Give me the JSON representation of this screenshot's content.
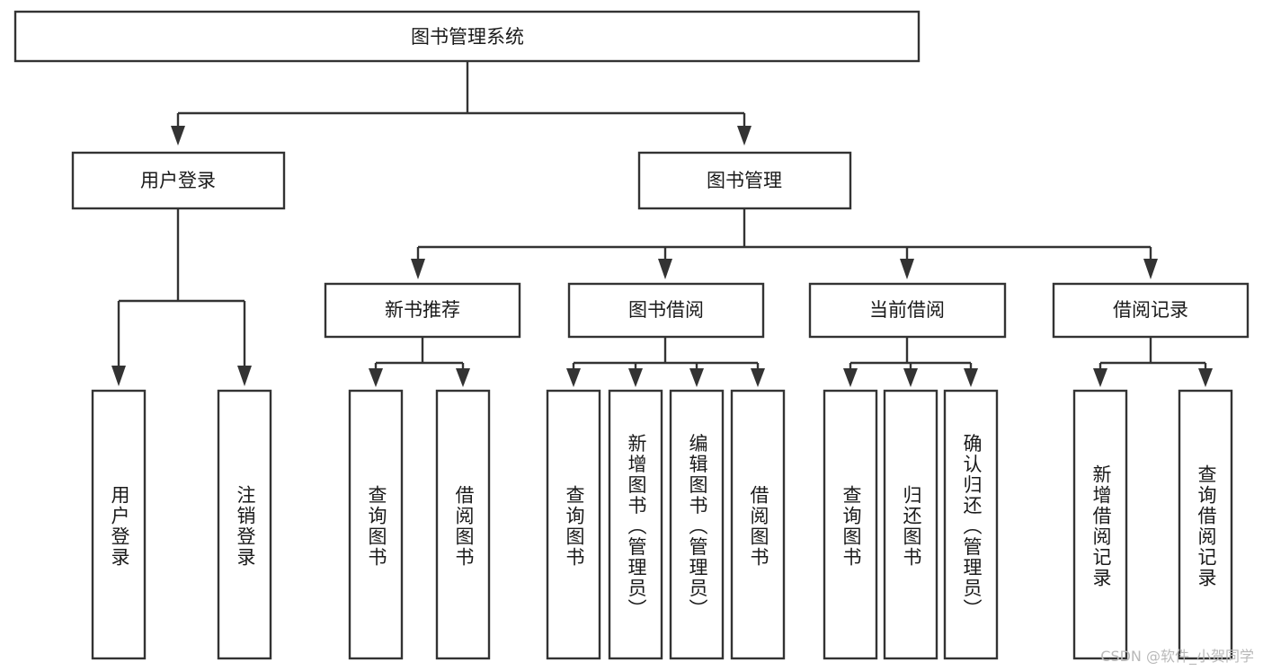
{
  "diagram": {
    "type": "tree",
    "title": "图书管理系统",
    "watermark": "CSDN @软件_小贺同学",
    "colors": {
      "stroke": "#333333",
      "box_fill": "#ffffff",
      "text": "#1a1a1a",
      "background": "#ffffff",
      "watermark": "#b9b9b9"
    },
    "levels": {
      "root": {
        "label": "图书管理系统"
      },
      "level2": [
        {
          "label": "用户登录"
        },
        {
          "label": "图书管理"
        }
      ],
      "level3": [
        {
          "label": "新书推荐"
        },
        {
          "label": "图书借阅"
        },
        {
          "label": "当前借阅"
        },
        {
          "label": "借阅记录"
        }
      ]
    },
    "nodes": {
      "root": {
        "label": "图书管理系统",
        "orientation": "horizontal"
      },
      "user_login": {
        "label": "用户登录",
        "orientation": "horizontal"
      },
      "book_manage": {
        "label": "图书管理",
        "orientation": "horizontal"
      },
      "new_book_rec": {
        "label": "新书推荐",
        "orientation": "horizontal"
      },
      "book_borrow": {
        "label": "图书借阅",
        "orientation": "horizontal"
      },
      "current_borrow": {
        "label": "当前借阅",
        "orientation": "horizontal"
      },
      "borrow_record": {
        "label": "借阅记录",
        "orientation": "horizontal"
      },
      "leaf_user_login": {
        "label": "用户登录",
        "orientation": "vertical"
      },
      "leaf_logout": {
        "label": "注销登录",
        "orientation": "vertical"
      },
      "leaf_query_book_1": {
        "label": "查询图书",
        "orientation": "vertical"
      },
      "leaf_borrow_book_1": {
        "label": "借阅图书",
        "orientation": "vertical"
      },
      "leaf_query_book_2": {
        "label": "查询图书",
        "orientation": "vertical"
      },
      "leaf_add_book": {
        "label": "新增图书（管理员）",
        "orientation": "vertical"
      },
      "leaf_edit_book": {
        "label": "编辑图书（管理员）",
        "orientation": "vertical"
      },
      "leaf_borrow_book_2": {
        "label": "借阅图书",
        "orientation": "vertical"
      },
      "leaf_query_book_3": {
        "label": "查询图书",
        "orientation": "vertical"
      },
      "leaf_return_book": {
        "label": "归还图书",
        "orientation": "vertical"
      },
      "leaf_confirm_return": {
        "label": "确认归还（管理员）",
        "orientation": "vertical"
      },
      "leaf_add_record": {
        "label": "新增借阅记录",
        "orientation": "vertical"
      },
      "leaf_query_record": {
        "label": "查询借阅记录",
        "orientation": "vertical"
      }
    },
    "edges": [
      {
        "from": "root",
        "to": "user_login"
      },
      {
        "from": "root",
        "to": "book_manage"
      },
      {
        "from": "user_login",
        "to": "leaf_user_login"
      },
      {
        "from": "user_login",
        "to": "leaf_logout"
      },
      {
        "from": "book_manage",
        "to": "new_book_rec"
      },
      {
        "from": "book_manage",
        "to": "book_borrow"
      },
      {
        "from": "book_manage",
        "to": "current_borrow"
      },
      {
        "from": "book_manage",
        "to": "borrow_record"
      },
      {
        "from": "new_book_rec",
        "to": "leaf_query_book_1"
      },
      {
        "from": "new_book_rec",
        "to": "leaf_borrow_book_1"
      },
      {
        "from": "book_borrow",
        "to": "leaf_query_book_2"
      },
      {
        "from": "book_borrow",
        "to": "leaf_add_book"
      },
      {
        "from": "book_borrow",
        "to": "leaf_edit_book"
      },
      {
        "from": "book_borrow",
        "to": "leaf_borrow_book_2"
      },
      {
        "from": "current_borrow",
        "to": "leaf_query_book_3"
      },
      {
        "from": "current_borrow",
        "to": "leaf_return_book"
      },
      {
        "from": "current_borrow",
        "to": "leaf_confirm_return"
      },
      {
        "from": "borrow_record",
        "to": "leaf_add_record"
      },
      {
        "from": "borrow_record",
        "to": "leaf_query_record"
      }
    ]
  }
}
